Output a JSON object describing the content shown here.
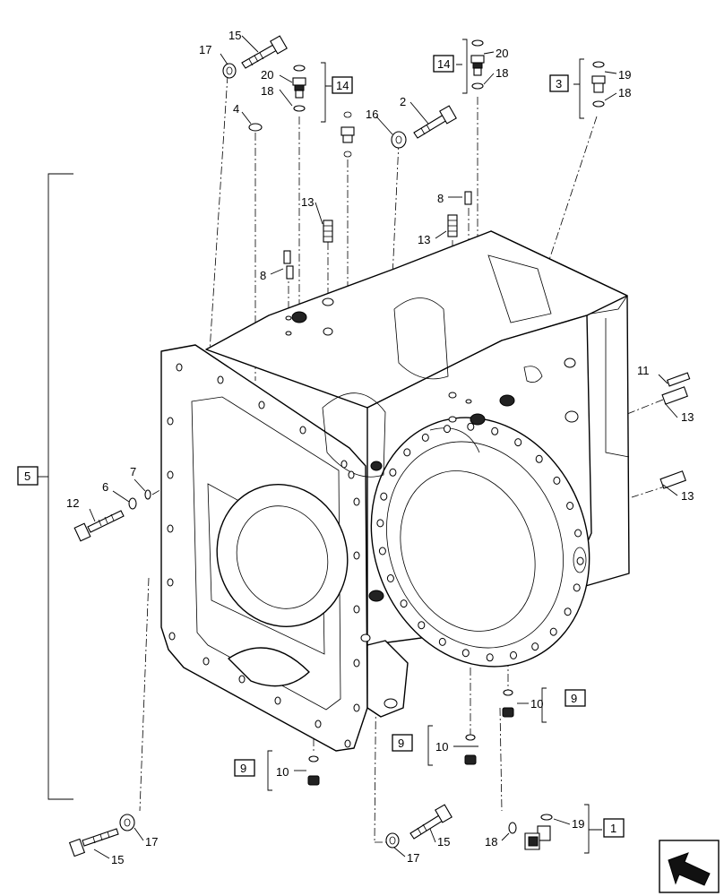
{
  "callouts": {
    "c15a": "15",
    "c17a": "17",
    "c20a": "20",
    "c18a": "18",
    "c14a": "14",
    "c4": "4",
    "c16": "16",
    "c2": "2",
    "c13a": "13",
    "c8a": "8",
    "c8b": "8",
    "c13b": "13",
    "c14b": "14",
    "c20b": "20",
    "c18b": "18",
    "c3": "3",
    "c19a": "19",
    "c18c": "18",
    "c5": "5",
    "c7": "7",
    "c6": "6",
    "c12": "12",
    "c11": "11",
    "c13c": "13",
    "c13d": "13",
    "c10a": "10",
    "c9a": "9",
    "c10b": "10",
    "c9b": "9",
    "c10c": "10",
    "c9c": "9",
    "c17b": "17",
    "c15b": "15",
    "c15c": "15",
    "c17c": "17",
    "c18d": "18",
    "c19b": "19",
    "c1": "1"
  },
  "icons": {
    "nav": "view-orientation-arrow-icon"
  }
}
